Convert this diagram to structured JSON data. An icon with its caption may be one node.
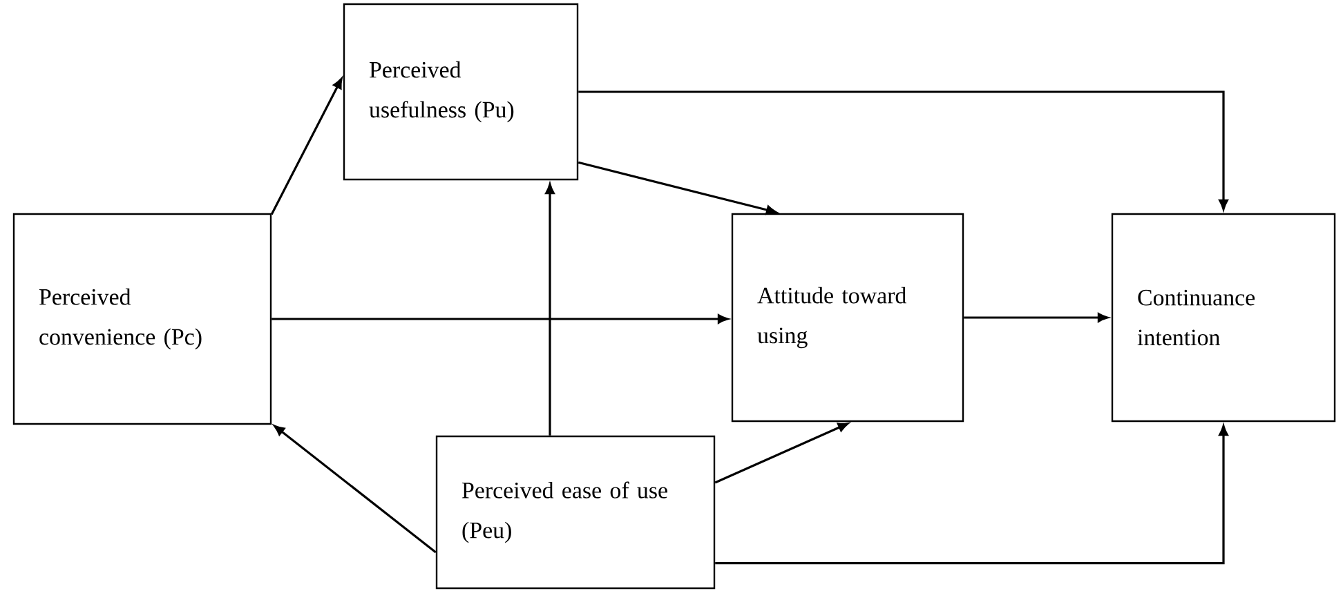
{
  "diagram": {
    "nodes": [
      {
        "text": [
          "Perceived convenience (Pc)"
        ]
      },
      {
        "text": [
          "Perceived usefulness (Pu)"
        ]
      },
      {
        "text": [
          "Attitude toward using"
        ]
      },
      {
        "text": [
          "Continuance intention"
        ]
      },
      {
        "text": [
          "Perceived ease of use (Peu)"
        ]
      }
    ],
    "edges": [
      {
        "from": 0,
        "to": 1,
        "arrow": "to"
      },
      {
        "from": 0,
        "to": 2,
        "arrow": "to"
      },
      {
        "from": 1,
        "to": 2,
        "arrow": "to"
      },
      {
        "from": 1,
        "to": 3,
        "arrow": "to"
      },
      {
        "from": 2,
        "to": 3,
        "arrow": "to"
      },
      {
        "from": 4,
        "to": 0,
        "arrow": "to"
      },
      {
        "from": 4,
        "to": 1,
        "arrow": "to"
      },
      {
        "from": 4,
        "to": 2,
        "arrow": "to"
      },
      {
        "from": 4,
        "to": 3,
        "arrow": "to"
      }
    ]
  }
}
